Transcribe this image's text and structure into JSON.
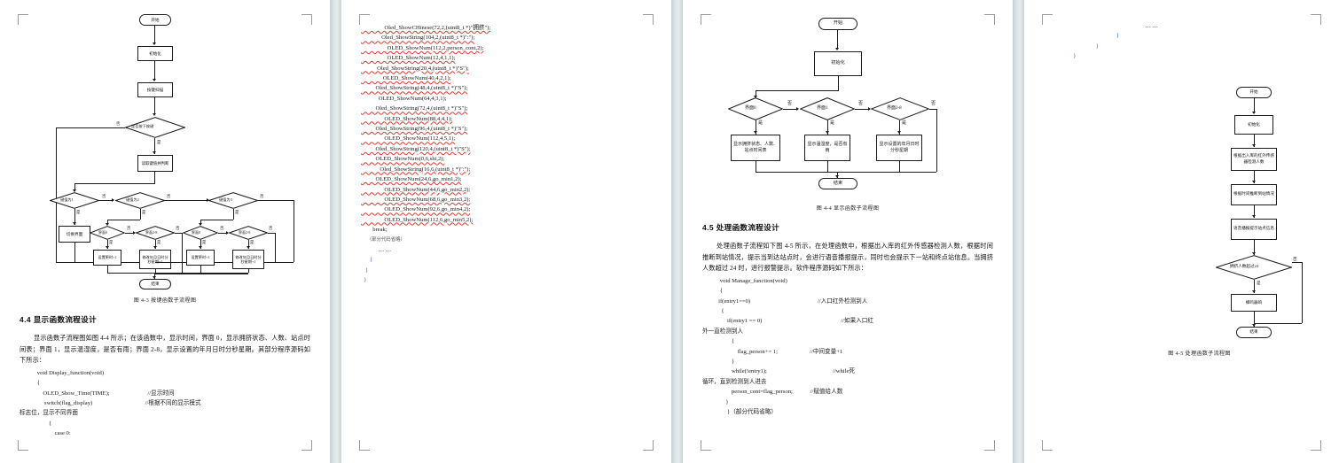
{
  "document": {
    "view": "multi-page-continuous",
    "page_count_visible": 4
  },
  "pages": [
    {
      "id": "page-1",
      "figure": {
        "caption": "图 4-3  按键函数子流程图",
        "nodes": {
          "start": "开始",
          "init": "初始化",
          "scan": "按键扫描",
          "dec_pressed": "是否按下按键",
          "read_key": "读取键值并判断",
          "dec_key1": "键值为1",
          "dec_key2": "键值为2",
          "dec_key3": "键值为3",
          "switch_ui": "切换界面",
          "dec_ui0_a": "界面0",
          "dec_ui28_a": "界面2-8",
          "set_time_a": "设置更时+1",
          "mod_date_a": "修改年月日时分秒星期+1",
          "dec_ui0_b": "界面0",
          "dec_ui28_b": "界面2-8",
          "set_time_b": "设置更时+1",
          "mod_date_b": "修改年月日时分秒星期+1",
          "end": "结束"
        },
        "edge_labels": {
          "no": "否",
          "yes": "是"
        }
      },
      "heading": "4.4 显示函数流程设计",
      "paragraph": "显示函数子流程图如图 4-4 所示；在该函数中，显示时间，界面 0，显示拥挤状态、人数、站点时间表；界面 1，显示温湿度，是否有雨；界面 2-8，显示设置的年月日时分秒星期。其部分程序源码如下所示：",
      "code": [
        "            void Display_function(void)",
        "            {",
        "                OLED_Show_Time(TIME);                          //显示时间",
        "                 switch(flag_display)                                    //根据不同的显示模式",
        "标志位，显示不同界面",
        "                    {",
        "                        case 0:"
      ]
    },
    {
      "id": "page-2",
      "code": [
        "                Oled_ShowCHinese(72,2,(uint8_t *)\"拥挤\");",
        "              Oled_ShowString(104,2,(uint8_t *)\":\");",
        "                  OLED_ShowNum(112,2,person_cont,2);",
        "                  OLED_ShowNum(12,4,1,1);",
        "           Oled_ShowString(20,4,(uint8_t *)\"S\");",
        "               OLED_ShowNum(40,4,2,1);",
        "          Oled_ShowString(48,4,(uint8_t *)\"S\");",
        "            OLED_ShowNum(64,4,3,1);",
        "          Oled_ShowString(72,4,(uint8_t *)\"S\");",
        "                OLED_ShowNum(88,4,4,1);",
        "          Oled_ShowString(96,4,(uint8_t *)\"S\");",
        "                OLED_ShowNum(112,4,5,1);",
        "          Oled_ShowString(120,4,(uint8_t *)\"S\");",
        "          OLED_ShowNum(0,6,shi,2);",
        "             Oled_ShowString(16,6,(uint8_t *)\":\");",
        "          OLED_ShowNum(24,6,go_min1,2);",
        "                OLED_ShowNum(44,6,go_min2,2);",
        "                OLED_ShowNum(68,6,go_min3,2);",
        "                OLED_ShowNum(92,6,go_min4,2);",
        "                OLED_ShowNum(112,6,go_min5,2);",
        "        break;",
        "     （部分代码省略）",
        "       ……",
        "      }",
        "   }",
        "  }"
      ]
    },
    {
      "id": "page-3",
      "figure": {
        "caption": "图 4-4  显示函数子流程图",
        "nodes": {
          "start": "开始",
          "init": "初始化",
          "dec_ui0": "界面0",
          "dec_ui1": "界面1",
          "dec_ui28": "界面2-8",
          "box_ui0": "显示拥挤状态、人数、站点时间表",
          "box_ui1": "显示温湿度，是否有雨",
          "box_ui28": "显示设置的年月日时分秒星期",
          "end": "结束"
        },
        "edge_labels": {
          "no": "否",
          "yes": "是"
        }
      },
      "heading": "4.5 处理函数流程设计",
      "paragraph": "处理函数子流程如下图 4-5 所示，在处理函数中，根据出入库的红外传感器检测人数，根据时间推断到站情况，提示当到达站点时，会进行语音播报提示，同时也会提示下一站和终点站信息。当拥挤人数超过 24 时，进行报警提示。软件程序源码如下所示：",
      "code": [
        "            void Manage_function(void)",
        "            {",
        "           if(entry1==0)                                              //入口红外检测到人",
        "             {",
        "                 if(entry1 == 0)                                                      //如果入口红",
        "外一直检测到人",
        "                    {",
        "                        flag_person+= 1;                      //中间变量+1",
        "                    }",
        "                    while(!entry1);                                             //while死",
        "循环，直到检测到人进去",
        "                    person_cont=flag_person;            //赋值给人数",
        "                }",
        "                 }（部分代码省略）"
      ]
    },
    {
      "id": "page-4",
      "code_tail": [
        "        ……",
        "      }",
        "    }",
        "  }"
      ],
      "figure": {
        "caption": "图 4-5  处理函数子流程图",
        "nodes": {
          "start": "开始",
          "init": "初始化",
          "sense": "根据出入库的红外传感器检测人数",
          "judge": "根据时间推断到站情况",
          "voice": "语音播报提示站点信息",
          "dec_crowd": "拥挤人数超过24",
          "buzzer": "蜂鸣器响",
          "end": "结束"
        },
        "edge_labels": {
          "no": "否",
          "yes": "是"
        }
      }
    }
  ],
  "colors": {
    "page_background": "#ffffff",
    "workspace_background": "#d8e0e2",
    "text": "#111111",
    "spellcheck_underline": "#e03b2f",
    "grammar_underline": "#2b58c4",
    "stroke": "#1b1b1b"
  }
}
